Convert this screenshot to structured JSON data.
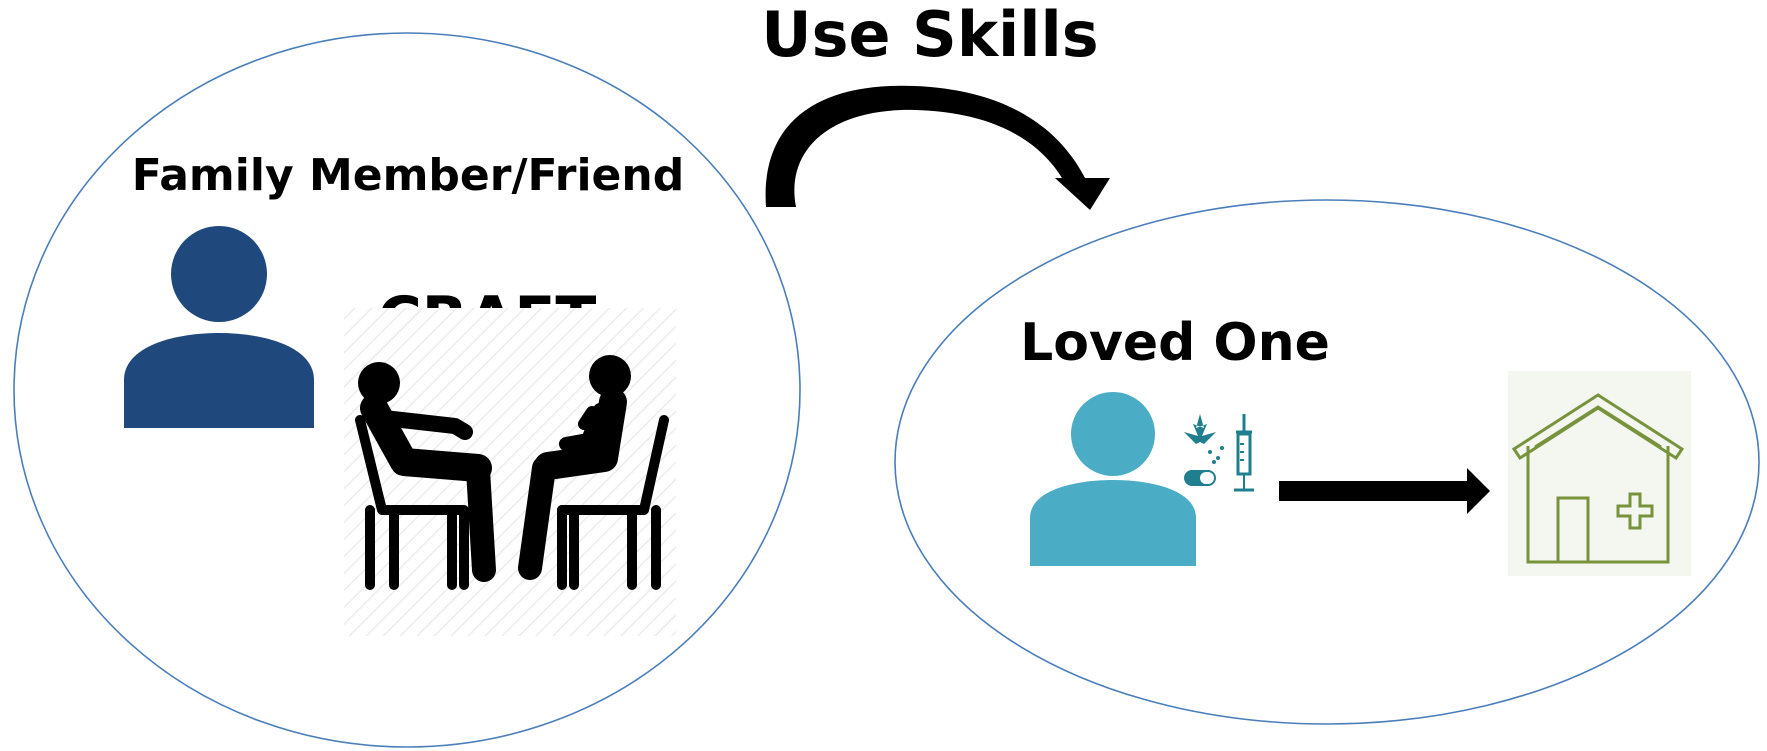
{
  "diagram": {
    "top_label": "Use Skills",
    "left_group": {
      "title": "Family Member/Friend",
      "method_label": "CRAFT"
    },
    "right_group": {
      "title": "Loved One"
    },
    "colors": {
      "ellipse_stroke": "#4a7ebb",
      "family_member_person": "#1f497d",
      "loved_one_person": "#4bacc6",
      "substance_icons": "#1f7f8f",
      "treatment_house": "#77933c",
      "arrows": "#000000"
    },
    "icons": [
      "person-icon",
      "craft-counseling-icon",
      "person-icon",
      "substance-use-icon",
      "treatment-facility-icon",
      "curved-arrow-icon",
      "right-arrow-icon"
    ]
  }
}
